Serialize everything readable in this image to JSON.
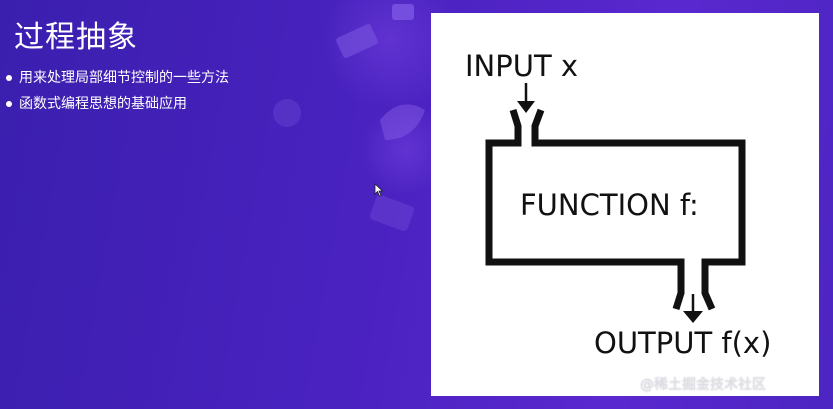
{
  "slide": {
    "title": "过程抽象",
    "bullets": [
      "用来处理局部细节控制的一些方法",
      "函数式编程思想的基础应用"
    ]
  },
  "diagram": {
    "input_label": "INPUT x",
    "function_label": "FUNCTION f:",
    "output_label": "OUTPUT f(x)"
  },
  "watermark": "@稀土掘金技术社区",
  "colors": {
    "background": "#4a22c0",
    "panel": "#ffffff",
    "stroke": "#111111",
    "text": "#ffffff"
  }
}
